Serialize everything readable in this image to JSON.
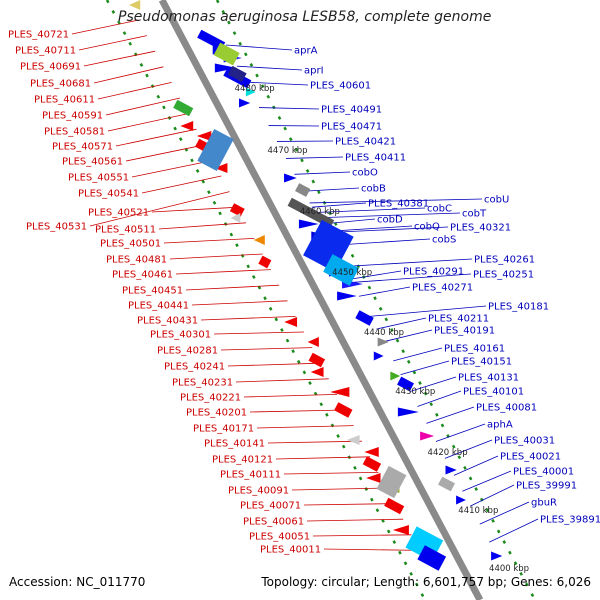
{
  "title": "Pseudomonas aeruginosa LESB58, complete genome",
  "accession": "Accession: NC_011770",
  "summary": "Topology: circular; Length: 6,601,757 bp; Genes: 6,026",
  "colors": {
    "backbone": "#8a8a8a",
    "reverse_label": "#cc0000",
    "forward_label": "#0000bb",
    "tick": "#1a8a1a",
    "reverse_gene": "#ee0000",
    "forward_gene": "#0000ee"
  },
  "kbp_ticks": [
    "4480 kbp",
    "4470 kbp",
    "4460 kbp",
    "4450 kbp",
    "4440 kbp",
    "4430 kbp",
    "4420 kbp",
    "4410 kbp",
    "4400 kbp"
  ],
  "left_labels": [
    "PLES_40721",
    "PLES_40711",
    "PLES_40691",
    "PLES_40681",
    "PLES_40611",
    "PLES_40591",
    "PLES_40581",
    "PLES_40571",
    "PLES_40561",
    "PLES_40551",
    "PLES_40541",
    "PLES_40531",
    "PLES_40521",
    "PLES_40511",
    "PLES_40501",
    "PLES_40481",
    "PLES_40461",
    "PLES_40451",
    "PLES_40441",
    "PLES_40431",
    "PLES_40301",
    "PLES_40281",
    "PLES_40241",
    "PLES_40231",
    "PLES_40221",
    "PLES_40201",
    "PLES_40171",
    "PLES_40141",
    "PLES_40121",
    "PLES_40111",
    "PLES_40091",
    "PLES_40071",
    "PLES_40061",
    "PLES_40051",
    "PLES_40011"
  ],
  "right_labels": [
    "aprA",
    "aprI",
    "PLES_40601",
    "PLES_40491",
    "PLES_40471",
    "PLES_40421",
    "PLES_40411",
    "cobO",
    "cobB",
    "PLES_40381",
    "cobU",
    "cobC",
    "cobT",
    "cobD",
    "cobQ",
    "PLES_40321",
    "cobS",
    "PLES_40261",
    "PLES_40291",
    "PLES_40251",
    "PLES_40271",
    "PLES_40181",
    "PLES_40211",
    "PLES_40191",
    "PLES_40161",
    "PLES_40151",
    "PLES_40131",
    "PLES_40101",
    "PLES_40081",
    "aphA",
    "PLES_40031",
    "PLES_40021",
    "PLES_40001",
    "PLES_39991",
    "gbuR",
    "PLES_39891"
  ]
}
